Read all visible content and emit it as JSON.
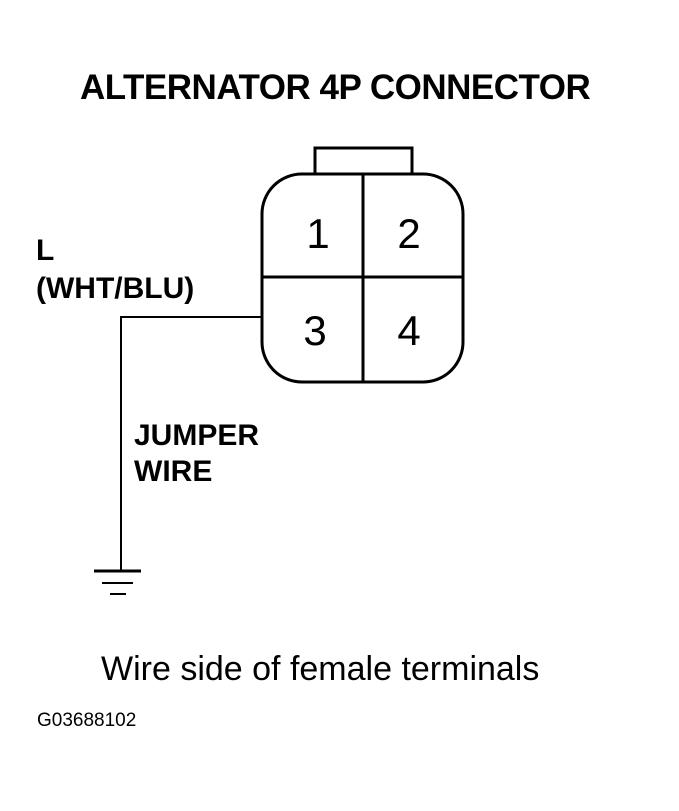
{
  "title": "ALTERNATOR 4P CONNECTOR",
  "wire": {
    "line1": "L",
    "line2": "(WHT/BLU)"
  },
  "jumper": {
    "line1": "JUMPER",
    "line2": "WIRE"
  },
  "terminals": [
    "1",
    "2",
    "3",
    "4"
  ],
  "caption": "Wire side of female terminals",
  "figure_id": "G03688102"
}
